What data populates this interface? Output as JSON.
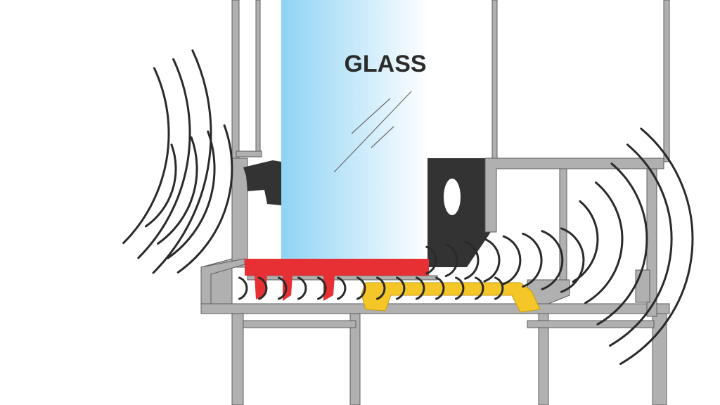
{
  "labels": {
    "glass": "GLASS"
  },
  "colors": {
    "frame_aluminium": "#b0b0b0",
    "frame_outline": "#5e5e5e",
    "glass_edge": "#8fd3f4",
    "glass_fade": "#ffffff",
    "glazing_gasket": "#333333",
    "setting_block": "#e63034",
    "thermal_break": "#f5c628",
    "sound_waves": "#2a2a2a"
  },
  "components": [
    "glass-pane",
    "outer-glazing-bead",
    "inner-glazing-gasket",
    "glass-setting-block",
    "thermal-break-strip",
    "left-frame-profile",
    "right-frame-profile",
    "sound-waves"
  ]
}
